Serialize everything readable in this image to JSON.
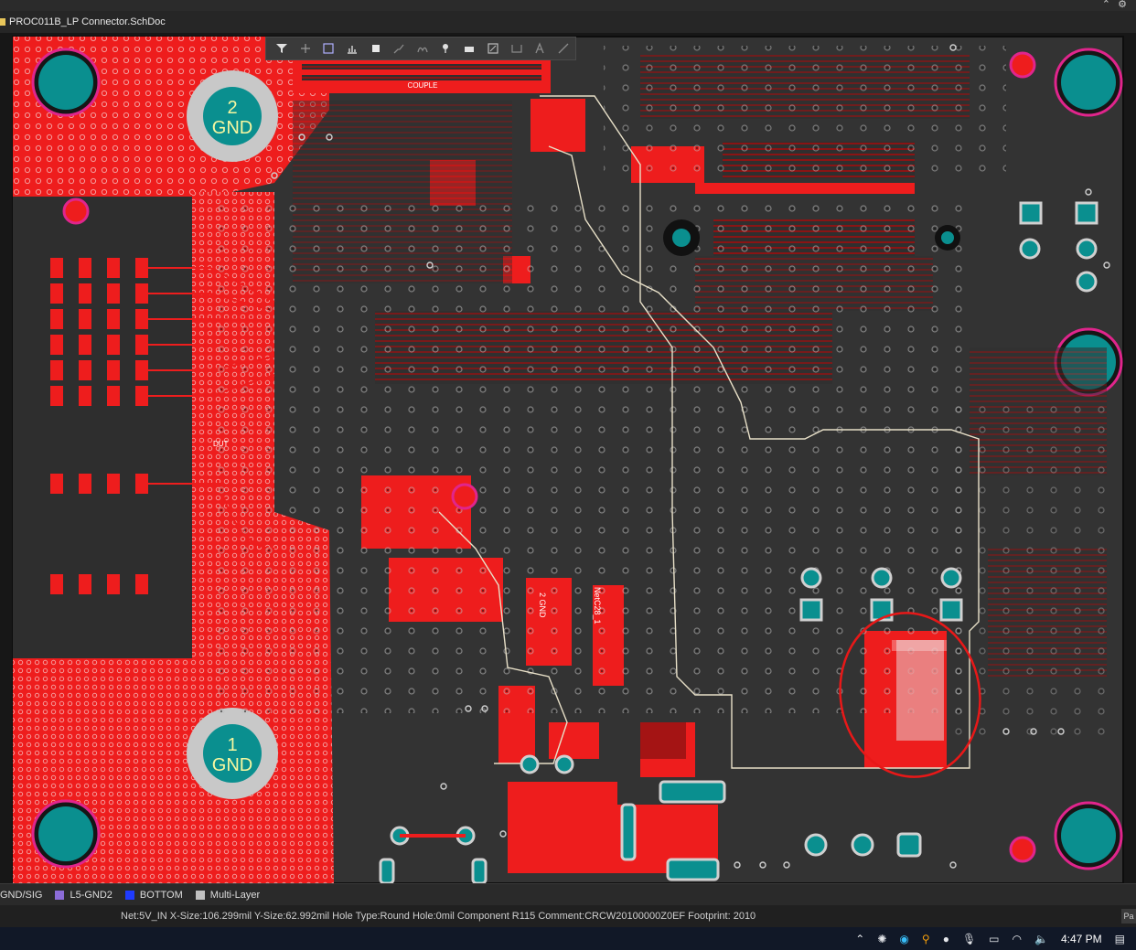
{
  "window": {
    "min_icon": "caret-icon",
    "settings_icon": "gear-icon"
  },
  "tab": {
    "title": "PROC011B_LP Connector.SchDoc"
  },
  "toolbar": {
    "items": [
      "filter-icon",
      "add-icon",
      "select-rect-icon",
      "chart-icon",
      "fill-icon",
      "route-icon",
      "arc-icon",
      "place-pin-icon",
      "bar-icon",
      "box-icon",
      "measure-icon",
      "text-icon",
      "line-icon"
    ]
  },
  "pcb": {
    "pad_gnd2": {
      "num": "2",
      "net": "GND"
    },
    "pad_gnd1": {
      "num": "1",
      "net": "GND"
    },
    "label_couple": "COUPLE",
    "label_dut": "DUT",
    "label_pad2": "2 GND",
    "label_net": "NetC28_1"
  },
  "layers": [
    {
      "label": "GND/SIG",
      "color": ""
    },
    {
      "label": "L5-GND2",
      "color": "#8b6cd8"
    },
    {
      "label": "BOTTOM",
      "color": "#1f3bff"
    },
    {
      "label": "Multi-Layer",
      "color": "#c0c0c0"
    }
  ],
  "status": {
    "info": "Net:5V_IN X-Size:106.299mil Y-Size:62.992mil Hole Type:Round Hole:0mil   Component R115 Comment:CRCW20100000Z0EF Footprint: 2010",
    "panel": "Pa"
  },
  "taskbar": {
    "time": "4:47 PM"
  }
}
